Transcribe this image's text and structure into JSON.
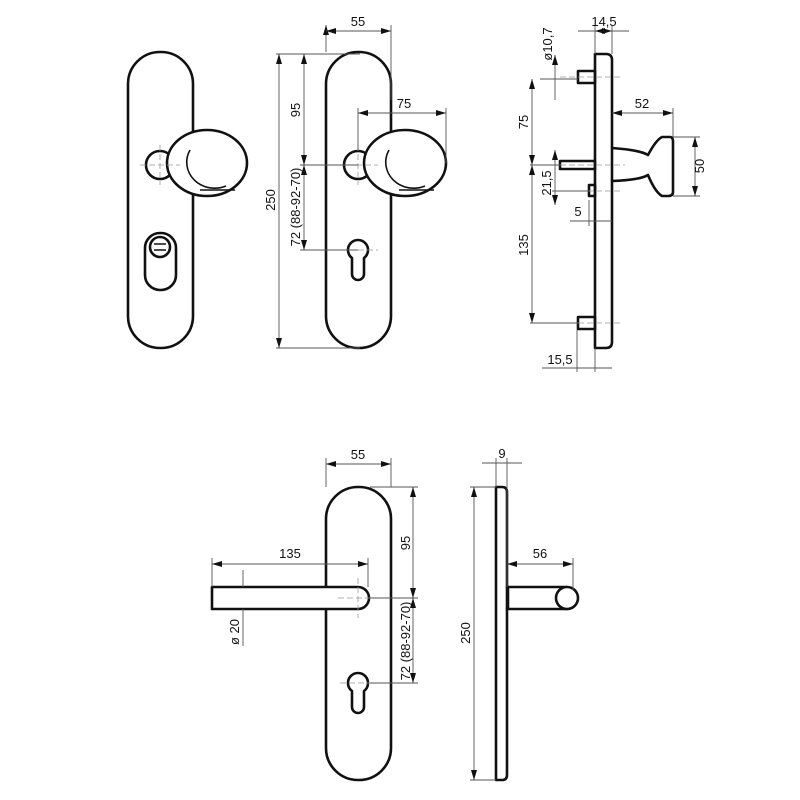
{
  "drawing": {
    "views": [
      "knob-plate-front-bathroom",
      "knob-plate-front-profile-cylinder",
      "knob-plate-side",
      "lever-plate-front",
      "lever-plate-side"
    ],
    "knob_front": {
      "width": "55",
      "height": "250",
      "upper": "95",
      "distance": "72 (88-92-70)",
      "projection": "75"
    },
    "knob_side": {
      "plate_thickness": "14,5",
      "pin_diameter": "ø10,7",
      "pin_to_spindle": "75",
      "spindle_to_pin": "21,5",
      "small_offset": "5",
      "spindle_to_bottom_pin": "135",
      "knob_projection": "52",
      "knob_diameter": "50",
      "bottom_offset": "15,5"
    },
    "lever_front": {
      "width": "55",
      "lever_length": "135",
      "lever_diameter": "ø 20",
      "upper": "95",
      "distance": "72 (88-92-70)"
    },
    "lever_side": {
      "thickness": "9",
      "projection": "56",
      "height": "250"
    }
  }
}
